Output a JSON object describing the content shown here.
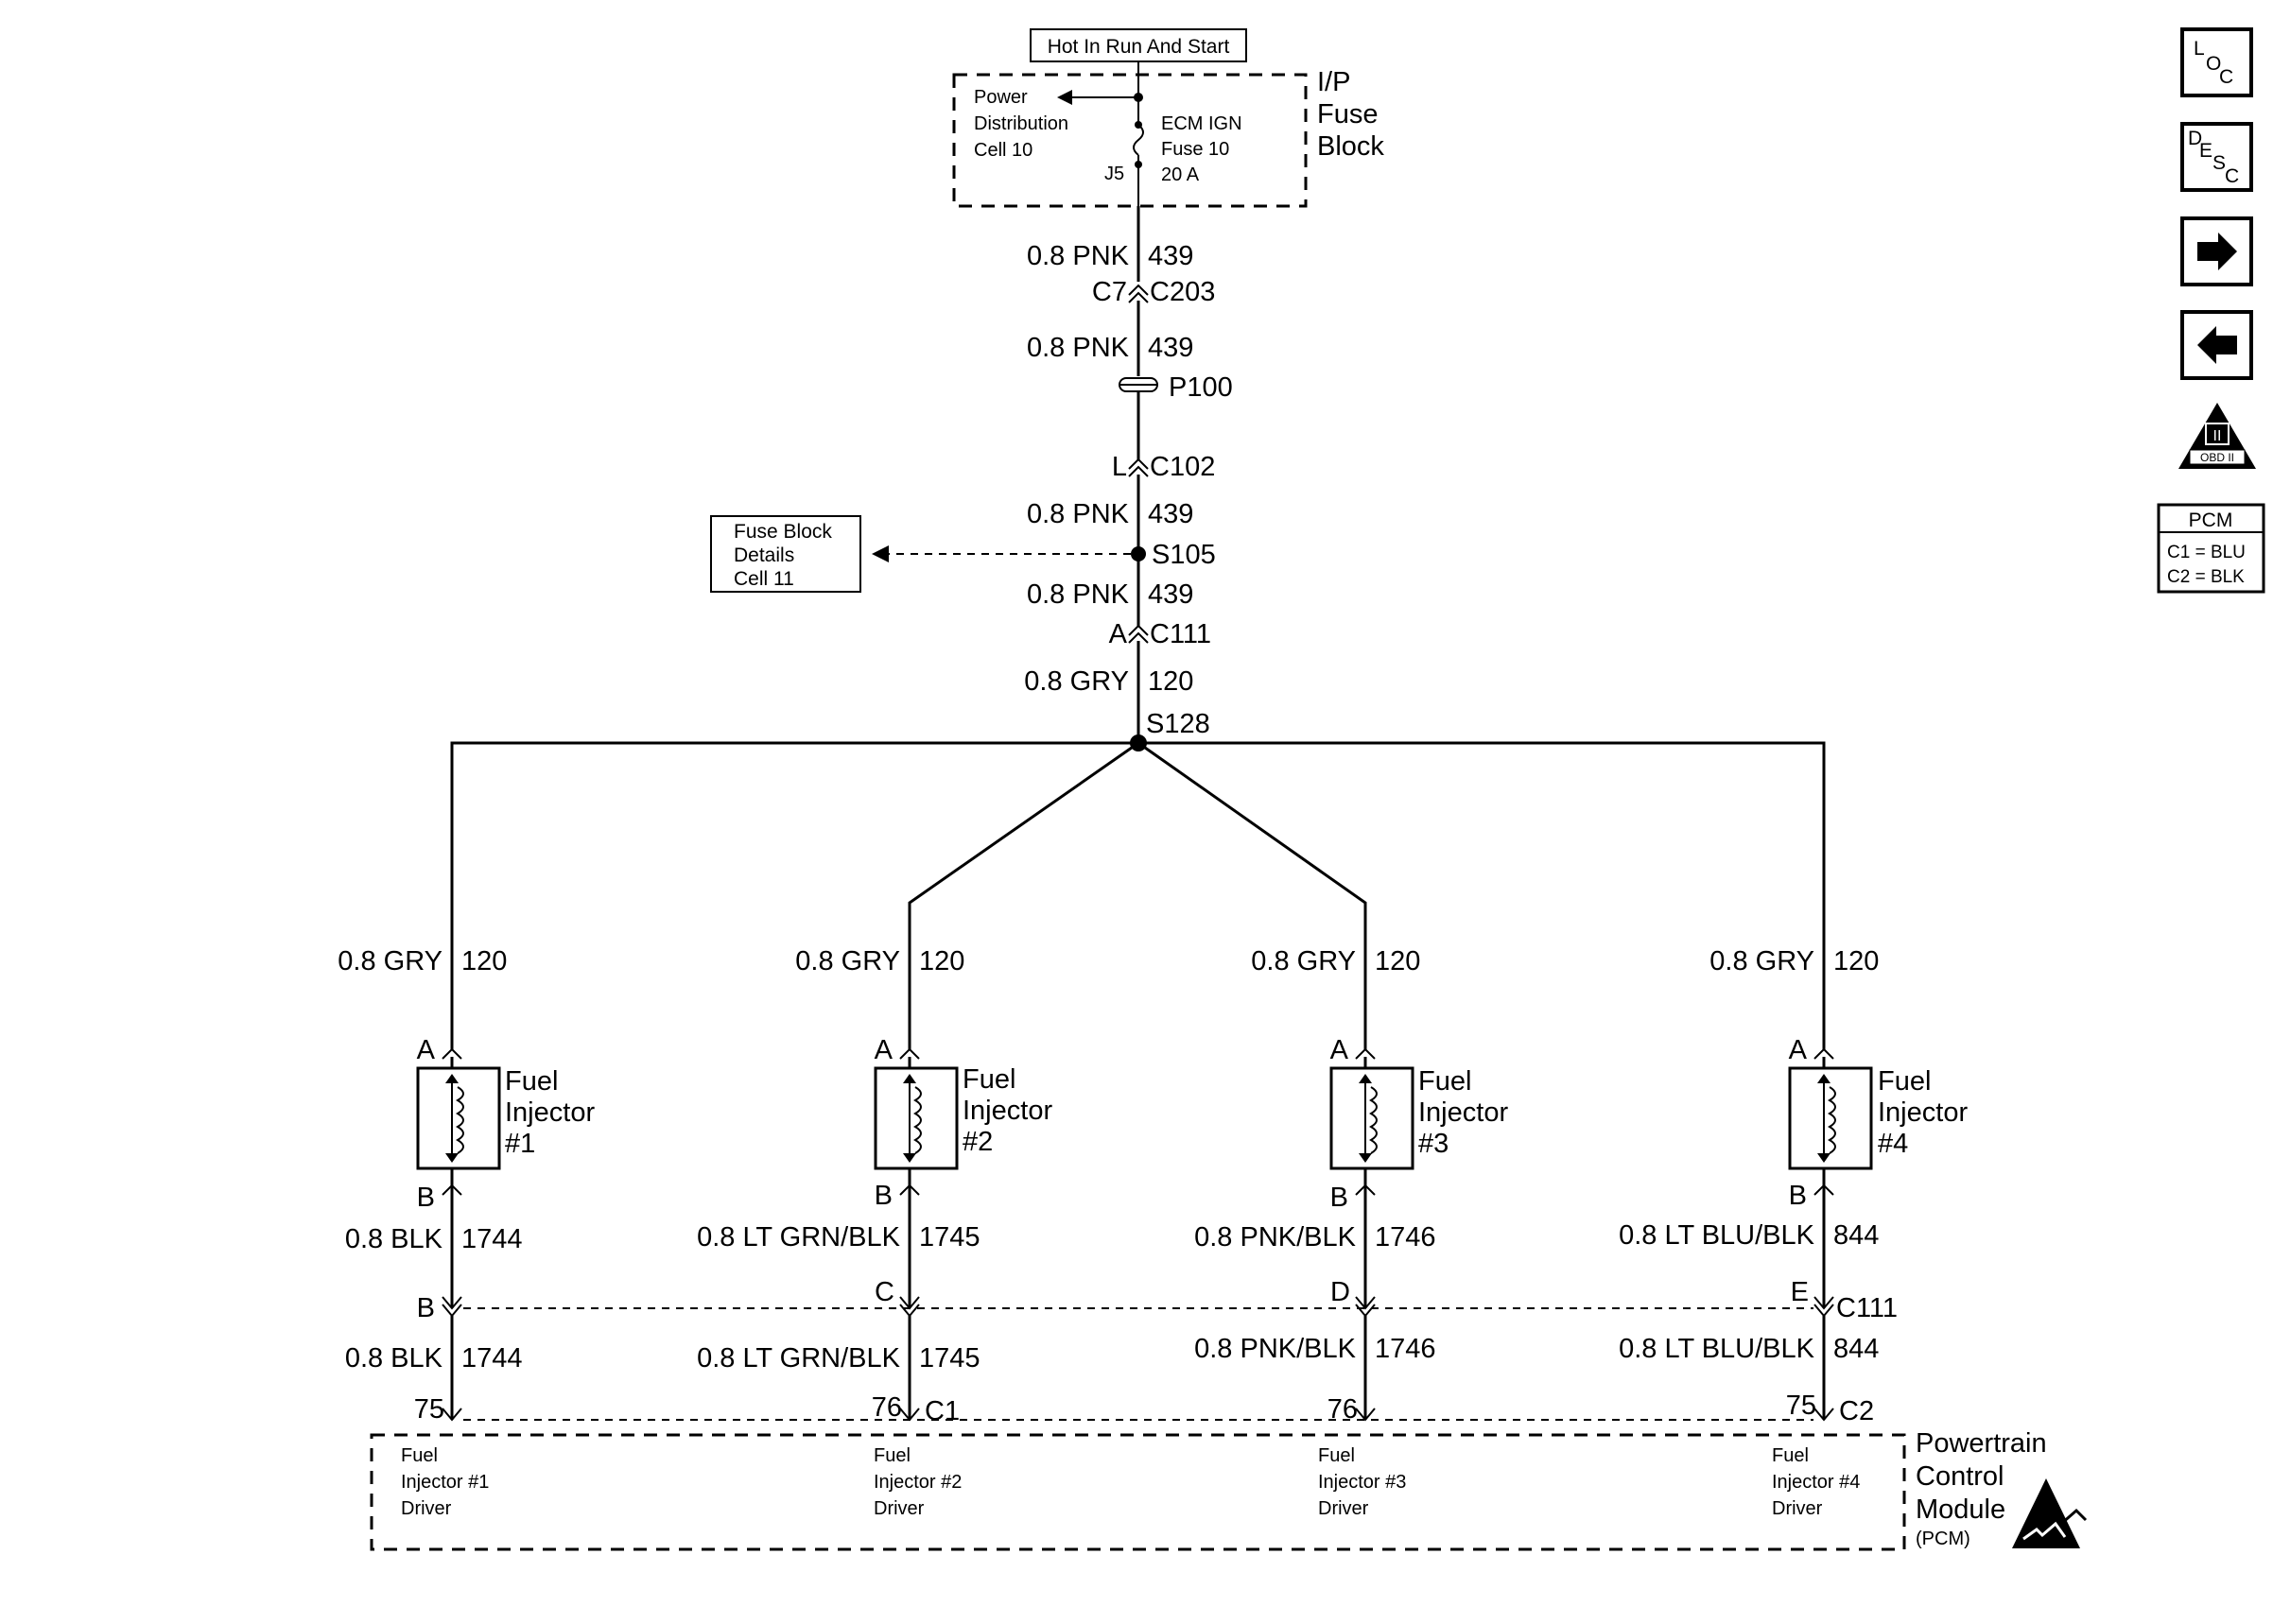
{
  "header": {
    "hot_label": "Hot In Run And Start"
  },
  "fuse_block": {
    "title_1": "I/P",
    "title_2": "Fuse",
    "title_3": "Block",
    "pd_1": "Power",
    "pd_2": "Distribution",
    "pd_3": "Cell 10",
    "fuse_1": "ECM IGN",
    "fuse_2": "Fuse 10",
    "fuse_3": "20 A",
    "j5": "J5"
  },
  "main_wire": {
    "seg1_gauge": "0.8 PNK",
    "seg1_circuit": "439",
    "c7": "C7",
    "c203": "C203",
    "seg2_gauge": "0.8 PNK",
    "seg2_circuit": "439",
    "p100": "P100",
    "l": "L",
    "c102": "C102",
    "seg3_gauge": "0.8 PNK",
    "seg3_circuit": "439",
    "s105": "S105",
    "seg4_gauge": "0.8 PNK",
    "seg4_circuit": "439",
    "a": "A",
    "c111": "C111",
    "seg5_gauge": "0.8 GRY",
    "seg5_circuit": "120",
    "s128": "S128"
  },
  "fuse_details": {
    "line_1": "Fuse Block",
    "line_2": "Details",
    "line_3": "Cell 11"
  },
  "injectors": [
    {
      "gauge_top": "0.8 GRY",
      "circuit_top": "120",
      "pin_a": "A",
      "pin_b": "B",
      "name_1": "Fuel",
      "name_2": "Injector",
      "name_3": "#1",
      "gauge_mid": "0.8 BLK",
      "circuit_mid": "1744",
      "c111_pin": "B",
      "gauge_low": "0.8 BLK",
      "circuit_low": "1744",
      "pcm_pin": "75",
      "drv_1": "Fuel",
      "drv_2": "Injector #1",
      "drv_3": "Driver"
    },
    {
      "gauge_top": "0.8 GRY",
      "circuit_top": "120",
      "pin_a": "A",
      "pin_b": "B",
      "name_1": "Fuel",
      "name_2": "Injector",
      "name_3": "#2",
      "gauge_mid": "0.8 LT GRN/BLK",
      "circuit_mid": "1745",
      "c111_pin": "C",
      "gauge_low": "0.8 LT GRN/BLK",
      "circuit_low": "1745",
      "pcm_pin": "76",
      "drv_1": "Fuel",
      "drv_2": "Injector #2",
      "drv_3": "Driver"
    },
    {
      "gauge_top": "0.8 GRY",
      "circuit_top": "120",
      "pin_a": "A",
      "pin_b": "B",
      "name_1": "Fuel",
      "name_2": "Injector",
      "name_3": "#3",
      "gauge_mid": "0.8 PNK/BLK",
      "circuit_mid": "1746",
      "c111_pin": "D",
      "gauge_low": "0.8 PNK/BLK",
      "circuit_low": "1746",
      "pcm_pin": "76",
      "drv_1": "Fuel",
      "drv_2": "Injector #3",
      "drv_3": "Driver"
    },
    {
      "gauge_top": "0.8 GRY",
      "circuit_top": "120",
      "pin_a": "A",
      "pin_b": "B",
      "name_1": "Fuel",
      "name_2": "Injector",
      "name_3": "#4",
      "gauge_mid": "0.8 LT BLU/BLK",
      "circuit_mid": "844",
      "c111_pin": "E",
      "gauge_low": "0.8 LT BLU/BLK",
      "circuit_low": "844",
      "pcm_pin": "75",
      "drv_1": "Fuel",
      "drv_2": "Injector #4",
      "drv_3": "Driver"
    }
  ],
  "connectors": {
    "c111": "C111",
    "c1": "C1",
    "c2": "C2"
  },
  "pcm": {
    "line_1": "Powertrain",
    "line_2": "Control",
    "line_3": "Module",
    "line_4": "(PCM)"
  },
  "sidebar": {
    "loc_l": "L",
    "loc_o": "O",
    "loc_c": "C",
    "desc_d": "D",
    "desc_e": "E",
    "desc_s": "S",
    "desc_c": "C",
    "obd_top": "II",
    "obd_label": "OBD II",
    "pcm_legend_title": "PCM",
    "pcm_legend_c1": "C1 = BLU",
    "pcm_legend_c2": "C2 = BLK"
  },
  "icons": {
    "forward": "arrow-right-icon",
    "back": "arrow-left-icon",
    "obd": "obd-ii-triangle-icon",
    "esd": "esd-warning-icon"
  }
}
